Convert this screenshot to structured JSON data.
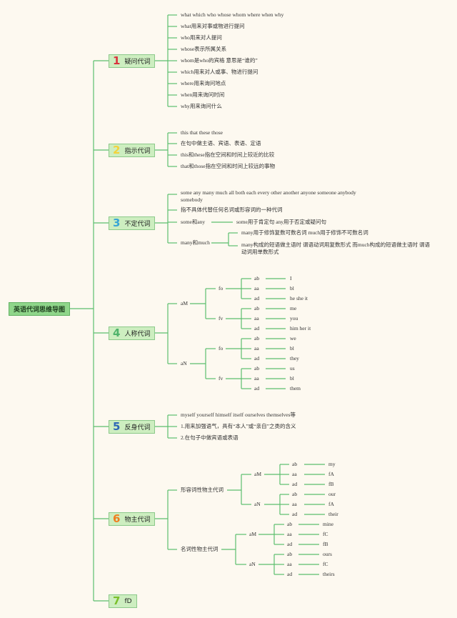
{
  "root": "英语代词思维导图",
  "colors": {
    "line": "#5cbf6e",
    "root_fill": "#8fd68a",
    "category_fill": "#cdeec0",
    "num1": "#d9343e",
    "num2": "#f3d23b",
    "num3": "#37a5d6",
    "num4": "#4fb36b",
    "num5": "#2e66b6",
    "num6": "#f07e1f",
    "num7": "#7bbf2a"
  },
  "c1": {
    "num": "1",
    "label": "疑问代词",
    "items": [
      "what which who whose whom where when why",
      "what用来对事或物进行提问",
      "who用来对人提问",
      "whose表示所属关系",
      "whom是who的宾格 意思是“谁的”",
      "which用来对人或事、物进行提问",
      "where用来询问地点",
      "when用来询问时间",
      "why用来询问什么"
    ]
  },
  "c2": {
    "num": "2",
    "label": "指示代词",
    "items": [
      "this that these those",
      "在句中做主语、宾语、表语、定语",
      "this和these指在空间和时间上较近的比较",
      "that和those指在空间和时间上较远的事物"
    ]
  },
  "c3": {
    "num": "3",
    "label": "不定代词",
    "list_line1": "some any many much all both each every other another anyone someone anybody",
    "list_line2": "somebody",
    "desc": "指不具体代替任何名词或形容词的一种代词",
    "some_any": "some和any",
    "some_any_desc": "some用于肯定句 any用于否定或疑问句",
    "many_much": "many和much",
    "mm1": "many用于修饰复数可数名词 much用于修饰不可数名词",
    "mm2": "many构成的短语做主语时 谓语动词用复数形式 而much构成的短语做主语时 谓语动词用单数形式"
  },
  "c4": {
    "num": "4",
    "label": "人称代词",
    "aM": "aM",
    "aN": "aN",
    "fo": "fo",
    "fv": "fv",
    "ab": "ab",
    "aa": "aa",
    "ad": "ad",
    "aM_fo": [
      "I",
      "bl",
      "he she it"
    ],
    "aM_fv": [
      "me",
      "you",
      "him her it"
    ],
    "aN_fo": [
      "we",
      "bl",
      "they"
    ],
    "aN_fv": [
      "us",
      "bl",
      "them"
    ]
  },
  "c5": {
    "num": "5",
    "label": "反身代词",
    "items": [
      "myself yourself himself itself ourselves themselves等",
      "1.用来加强语气，具有“本人”或“亲自”之类的含义",
      "2.在句子中做宾语或表语"
    ]
  },
  "c6": {
    "num": "6",
    "label": "物主代词",
    "adj": "形容词性物主代词",
    "noun": "名词性物主代词",
    "aM": "aM",
    "aN": "aN",
    "ab": "ab",
    "aa": "aa",
    "ad": "ad",
    "adj_aM": [
      "my",
      "fA",
      "fB"
    ],
    "adj_aN": [
      "our",
      "fA",
      "their"
    ],
    "noun_aM": [
      "mine",
      "fC",
      "fB"
    ],
    "noun_aN": [
      "ours",
      "fC",
      "theirs"
    ]
  },
  "c7": {
    "num": "7",
    "label": "fD"
  }
}
